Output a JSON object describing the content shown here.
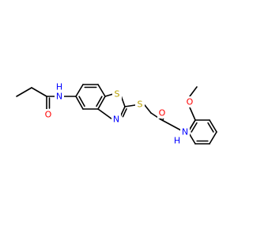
{
  "molecule": {
    "colors": {
      "bond": "#000000",
      "carbon": "#000000",
      "nitrogen": "#0000ff",
      "oxygen": "#ff0000",
      "sulfur": "#b8a000"
    },
    "atom_labels": [
      {
        "id": "o-amide-left",
        "text": "O",
        "element": "oxygen"
      },
      {
        "id": "n-amide-left",
        "text": "N",
        "element": "nitrogen"
      },
      {
        "id": "h-amide-left",
        "text": "H",
        "element": "nitrogen"
      },
      {
        "id": "s-thiazole",
        "text": "S",
        "element": "sulfur"
      },
      {
        "id": "n-thiazole",
        "text": "N",
        "element": "nitrogen"
      },
      {
        "id": "s-thioether",
        "text": "S",
        "element": "sulfur"
      },
      {
        "id": "o-amide-right",
        "text": "O",
        "element": "oxygen"
      },
      {
        "id": "n-amide-right",
        "text": "N",
        "element": "nitrogen"
      },
      {
        "id": "h-amide-right",
        "text": "H",
        "element": "nitrogen"
      },
      {
        "id": "o-methoxy",
        "text": "O",
        "element": "oxygen"
      }
    ]
  }
}
